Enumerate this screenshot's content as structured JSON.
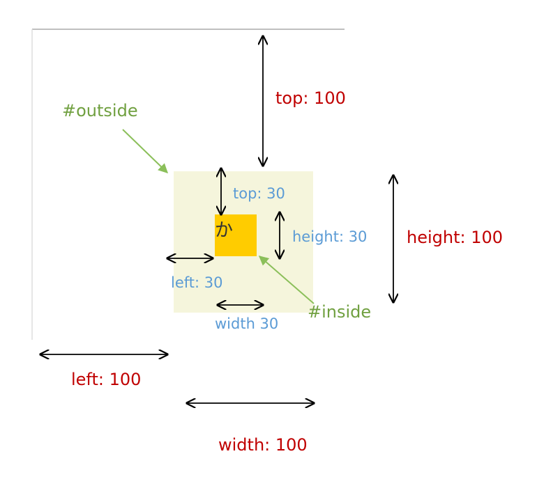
{
  "colors": {
    "outer_label": "#c00000",
    "inner_label": "#5b9bd5",
    "id_label": "#70a040",
    "outside_fill": "#f5f5dc",
    "inside_fill": "#ffcc00",
    "arrow": "#000000",
    "pointer": "#8bbf5a",
    "border": "#bfbfbf"
  },
  "labels": {
    "outer_top": "top: 100",
    "outer_height": "height: 100",
    "outer_left": "left: 100",
    "outer_width": "width: 100",
    "inner_top": "top: 30",
    "inner_height": "height: 30",
    "inner_left": "left: 30",
    "inner_width": "width 30",
    "outside_id": "#outside",
    "inside_id": "#inside",
    "glyph": "か"
  }
}
